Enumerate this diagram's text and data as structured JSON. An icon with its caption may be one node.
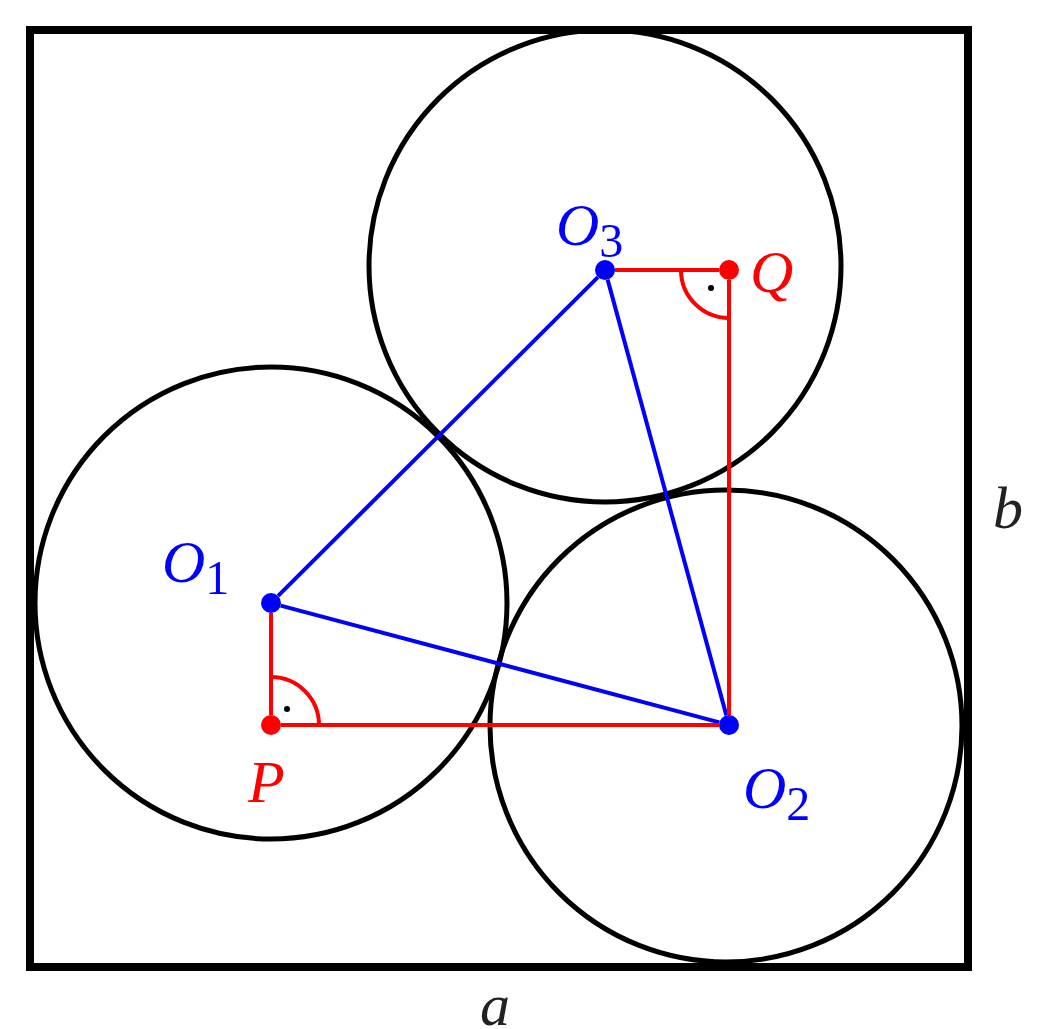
{
  "diagram": {
    "nodes": [
      {
        "text": [
          "*O*$_{1}$"
        ]
      },
      {
        "text": [
          "*O*$_{2}$"
        ]
      },
      {
        "text": [
          "*O*$_{3}$"
        ]
      },
      {
        "text": [
          "P"
        ]
      },
      {
        "text": [
          "Q"
        ]
      }
    ],
    "edges": [
      {
        "from": 0,
        "to": 2,
        "arrow": "none",
        "color": "#0000ff"
      },
      {
        "from": 0,
        "to": 1,
        "arrow": "none",
        "color": "#0000ff"
      },
      {
        "from": 2,
        "to": 1,
        "arrow": "none",
        "color": "#0000ff"
      },
      {
        "from": 0,
        "to": 3,
        "arrow": "none"
      },
      {
        "from": 3,
        "to": 1,
        "arrow": "none"
      },
      {
        "from": 2,
        "to": 4,
        "arrow": "none"
      },
      {
        "from": 4,
        "to": 1,
        "arrow": "none"
      }
    ],
    "labels": [
      "b",
      "a"
    ]
  }
}
